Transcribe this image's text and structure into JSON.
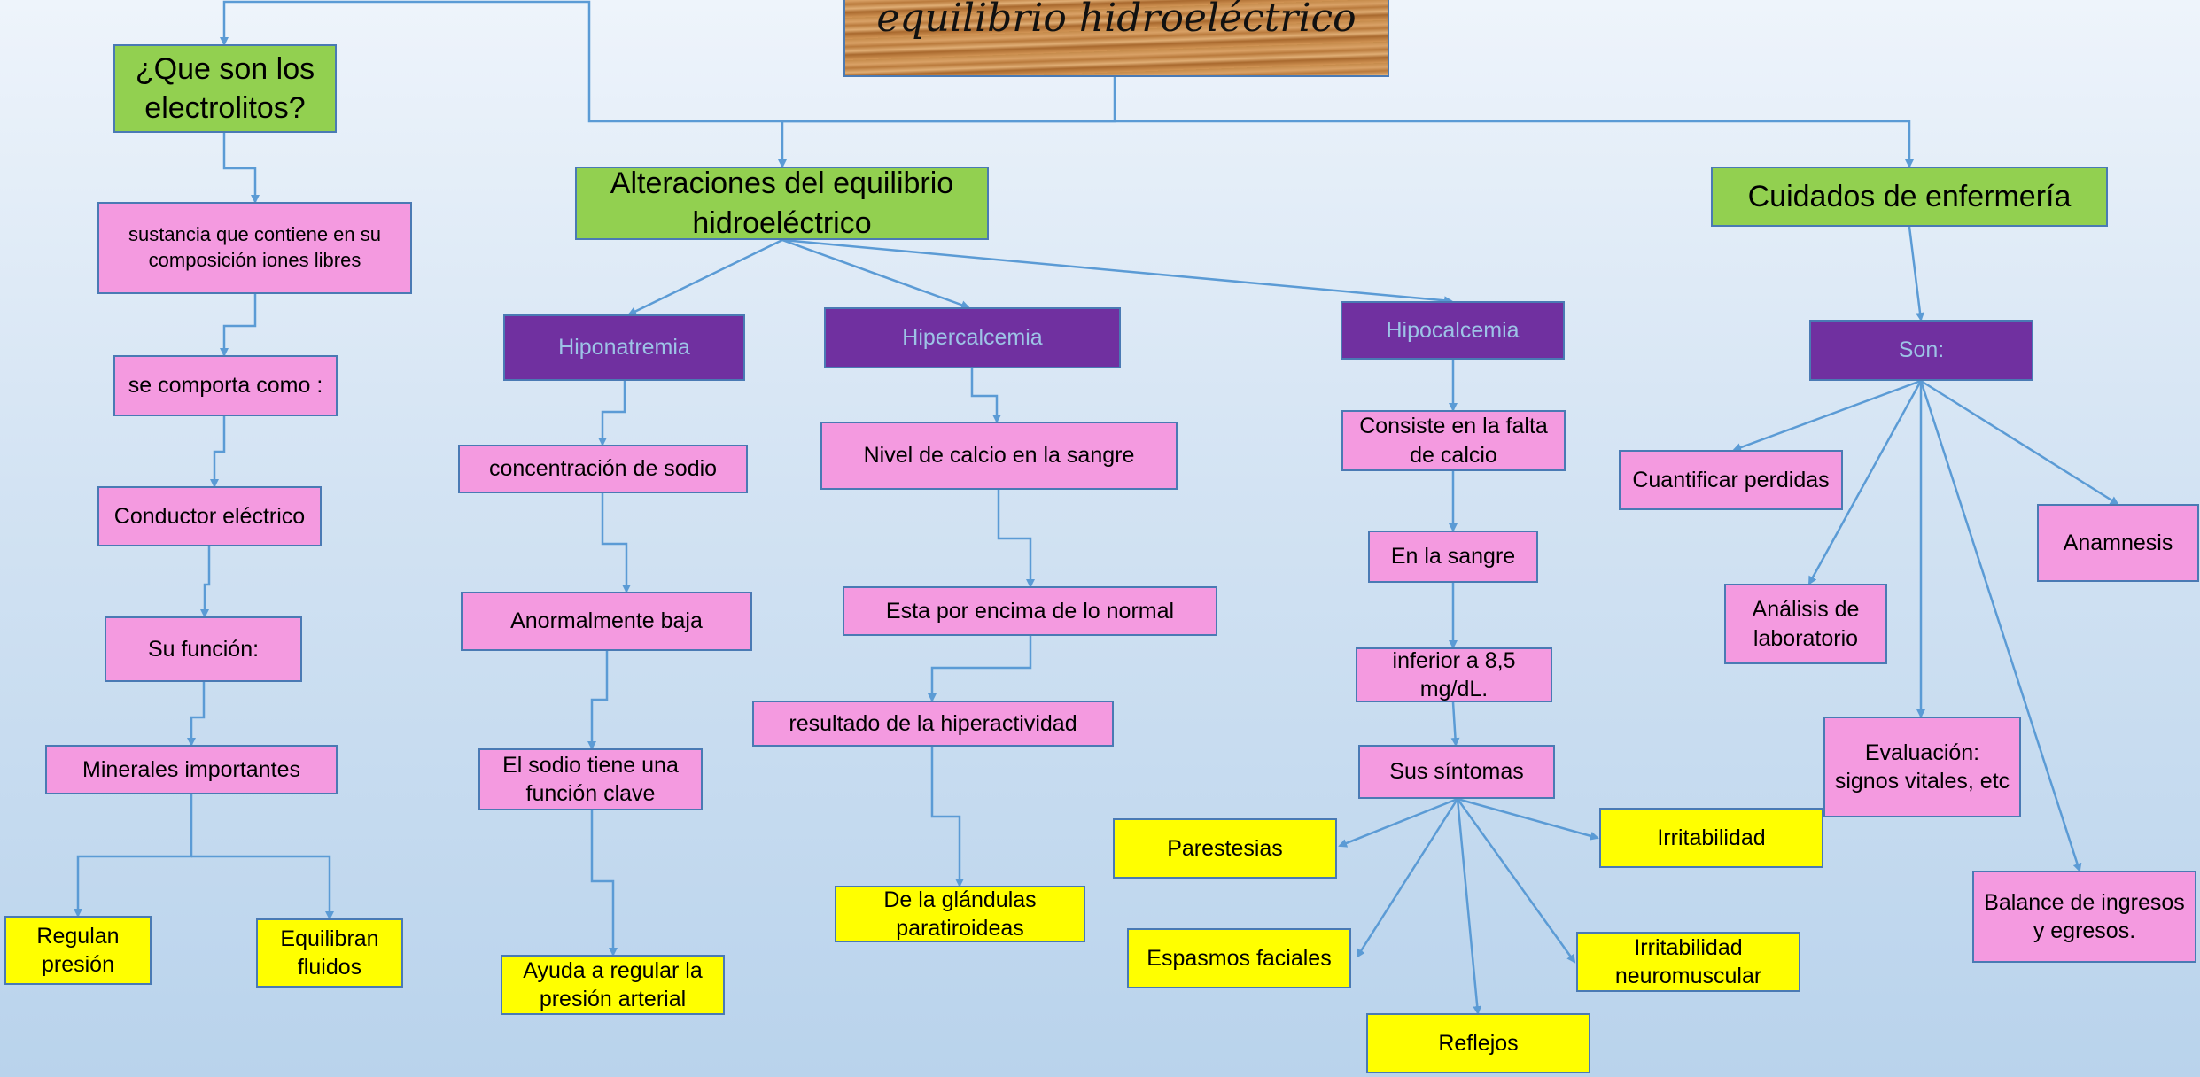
{
  "title": {
    "text": "equilibrio hidroeléctrico"
  },
  "nodes": {
    "que_son": "¿Que son los electrolitos?",
    "alteraciones": "Alteraciones del equilibrio hidroeléctrico",
    "cuidados": "Cuidados de enfermería",
    "sustancia": "sustancia que contiene en su composición iones libres",
    "comporta": "se comporta como :",
    "conductor": "Conductor eléctrico",
    "funcion": "Su función:",
    "minerales": "Minerales importantes",
    "regulan": "Regulan presión",
    "equilibran": "Equilibran fluidos",
    "hiponatremia": "Hiponatremia",
    "hipercalcemia": "Hipercalcemia",
    "hipocalcemia": "Hipocalcemia",
    "conc_sodio": "concentración de sodio",
    "anormal_baja": "Anormalmente baja",
    "sodio_clave": "El sodio tiene una función clave",
    "ayuda_regular": "Ayuda  a regular la presión arterial",
    "nivel_calcio": "Nivel de calcio en la sangre",
    "por_encima": "Esta por encima de lo normal",
    "resultado": "resultado de la hiperactividad",
    "glandulas": "De la glándulas paratiroideas",
    "consiste": "Consiste en la falta de calcio",
    "en_sangre": "En la sangre",
    "inferior": "inferior a 8,5 mg/dL.",
    "sintomas": "Sus síntomas",
    "parestesias": "Parestesias",
    "espasmos": "Espasmos faciales",
    "reflejos": "Reflejos",
    "irrit_neuro": "Irritabilidad neuromuscular",
    "irritabilidad": "Irritabilidad",
    "son": "Son:",
    "cuantificar": "Cuantificar perdidas",
    "analisis": "Análisis de laboratorio",
    "evaluacion": "Evaluación: signos vitales, etc",
    "balance": "Balance de ingresos y egresos.",
    "anamnesis": "Anamnesis"
  },
  "colors": {
    "green": "#92d050",
    "purple": "#7030a0",
    "pink": "#f49ae0",
    "yellow": "#ffff00",
    "connector": "#5b9bd5"
  }
}
